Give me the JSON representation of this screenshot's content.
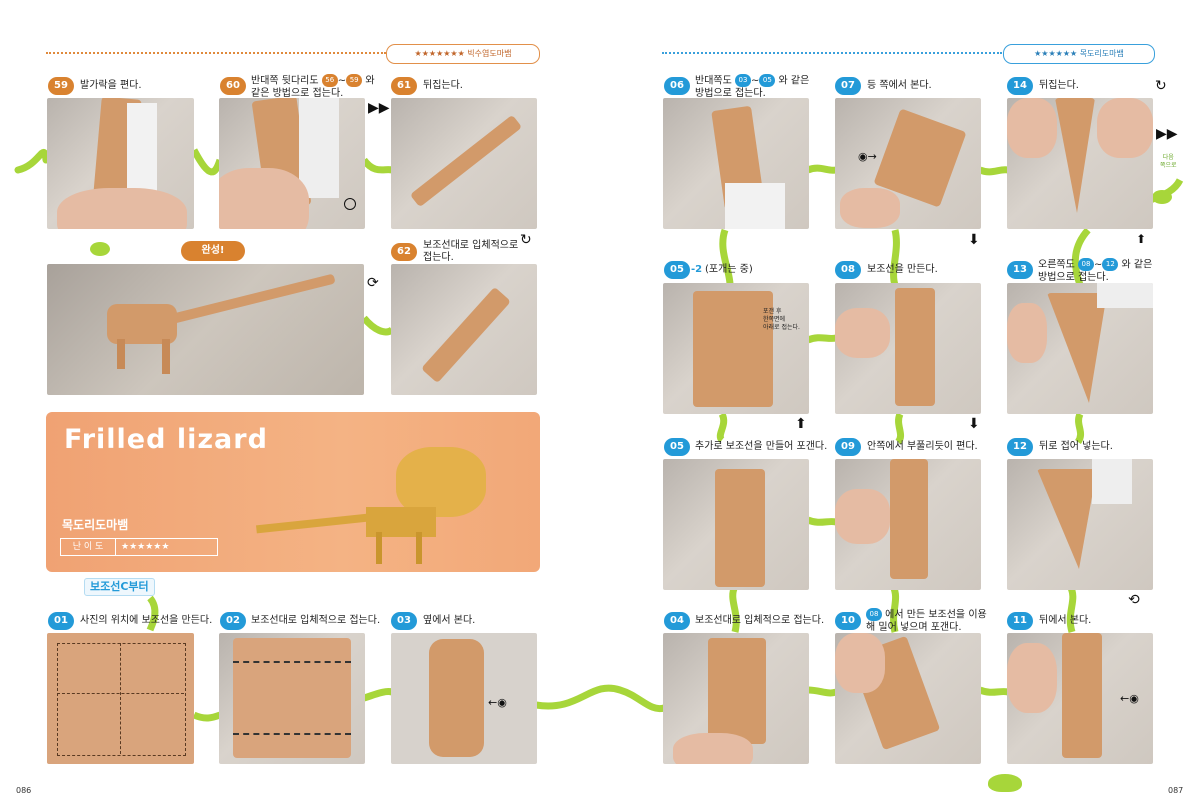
{
  "left_header": {
    "tag": "★★★★★★★  빅수염도마뱀"
  },
  "right_header": {
    "tag": "★★★★★★  목도리도마뱀"
  },
  "steps_left": [
    {
      "num": "59",
      "caption": "발가락을 편다."
    },
    {
      "num": "60",
      "caption_a": "반대쪽 뒷다리도 ",
      "ref1": "56",
      "sep": "~",
      "ref2": "59",
      "caption_b": " 와",
      "caption_c": "같은 방법으로 접는다."
    },
    {
      "num": "61",
      "caption": "뒤집는다."
    },
    {
      "num": "62",
      "caption_a": "보조선대로 입체적으로",
      "caption_b": "접는다."
    },
    {
      "num": "01",
      "caption": "사진의 위치에 보조선을 만든다."
    },
    {
      "num": "02",
      "caption": "보조선대로 입체적으로 접는다."
    },
    {
      "num": "03",
      "caption": "옆에서 본다."
    }
  ],
  "complete_label": "완성!",
  "banner": {
    "title": "Frilled lizard",
    "subtitle": "목도리도마뱀",
    "difficulty_label": "난 이 도",
    "difficulty_stars": "★★★★★★"
  },
  "section_label": "보조선C부터",
  "steps_right": [
    {
      "num": "06",
      "caption_a": "반대쪽도 ",
      "ref1": "03",
      "sep": "~",
      "ref2": "05",
      "caption_b": " 와 같은",
      "caption_c": "방법으로 접는다."
    },
    {
      "num": "07",
      "caption": "등 쪽에서 본다."
    },
    {
      "num": "14",
      "caption": "뒤집는다."
    },
    {
      "num": "05",
      "suffix": "-2",
      "caption": "(포개는 중)"
    },
    {
      "num": "08",
      "caption": "보조선을 만든다."
    },
    {
      "num": "13",
      "caption_a": "오른쪽도 ",
      "ref1": "08",
      "sep": "~",
      "ref2": "12",
      "caption_b": " 와 같은",
      "caption_c": "방법으로 접는다."
    },
    {
      "num": "05",
      "caption": "추가로 보조선을 만들어 포갠다."
    },
    {
      "num": "09",
      "caption": "안쪽에서 부풀리듯이 편다."
    },
    {
      "num": "12",
      "caption": "뒤로 접어 넣는다."
    },
    {
      "num": "04",
      "caption": "보조선대로 입체적으로 접는다."
    },
    {
      "num": "10",
      "ref1": "08",
      "caption_a": " 에서 만든 보조선을 이용",
      "caption_b": "해 밀어 넣으며 포갠다."
    },
    {
      "num": "11",
      "caption": "뒤에서 본다."
    }
  ],
  "note_fold": {
    "line1": "포갠 후",
    "line2": "한쪽면에",
    "line3": "아래로 접는다."
  },
  "next_hint": {
    "line1": "다음",
    "line2": "쪽으로"
  },
  "page_numbers": {
    "left": "086",
    "right": "087"
  }
}
